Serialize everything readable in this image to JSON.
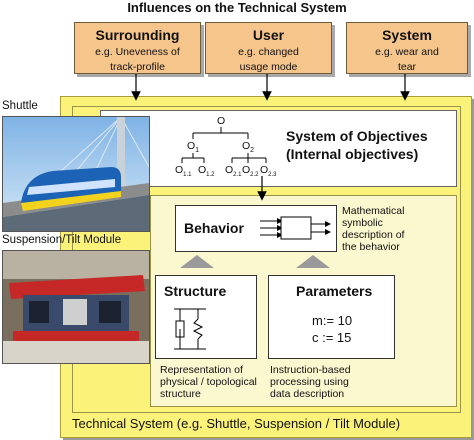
{
  "title": "Influences on the Technical System",
  "influences": [
    {
      "heading": "Surrounding",
      "line1": "e.g. Uneveness of",
      "line2": "track-profile"
    },
    {
      "heading": "User",
      "line1": "e.g. changed",
      "line2": "usage mode"
    },
    {
      "heading": "System",
      "line1": "e.g. wear and",
      "line2": "tear"
    }
  ],
  "photos": {
    "shuttle_label": "Shuttle",
    "module_label": "Suspension/Tilt Module"
  },
  "objectives": {
    "title1": "System of Objectives",
    "title2": "(Internal objectives)",
    "tree": {
      "root": "O",
      "o1": "O",
      "o1_sub": "1",
      "o2": "O",
      "o2_sub": "2",
      "leaves": [
        {
          "t": "O",
          "s": "1.1"
        },
        {
          "t": "O",
          "s": "1.2"
        },
        {
          "t": "O",
          "s": "2.1"
        },
        {
          "t": "O",
          "s": "2.2"
        },
        {
          "t": "O",
          "s": "2.3"
        }
      ]
    }
  },
  "behavior": {
    "label": "Behavior",
    "desc1": "Mathematical",
    "desc2": "symbolic",
    "desc3": "description of",
    "desc4": "the behavior"
  },
  "structure": {
    "label": "Structure",
    "desc1": "Representation of",
    "desc2": "physical / topological",
    "desc3": "structure"
  },
  "parameters": {
    "label": "Parameters",
    "p1": "m:= 10",
    "p2": "c := 15",
    "desc1": "Instruction-based",
    "desc2": "processing using",
    "desc3": "data description"
  },
  "footer": "Technical System (e.g. Shuttle, Suspension / Tilt Module)",
  "colors": {
    "influence_box": "#f5c58c",
    "system_bg": "#fbf27a",
    "inner_pale": "#fbf7cf",
    "triangle": "#9a9a9a"
  }
}
